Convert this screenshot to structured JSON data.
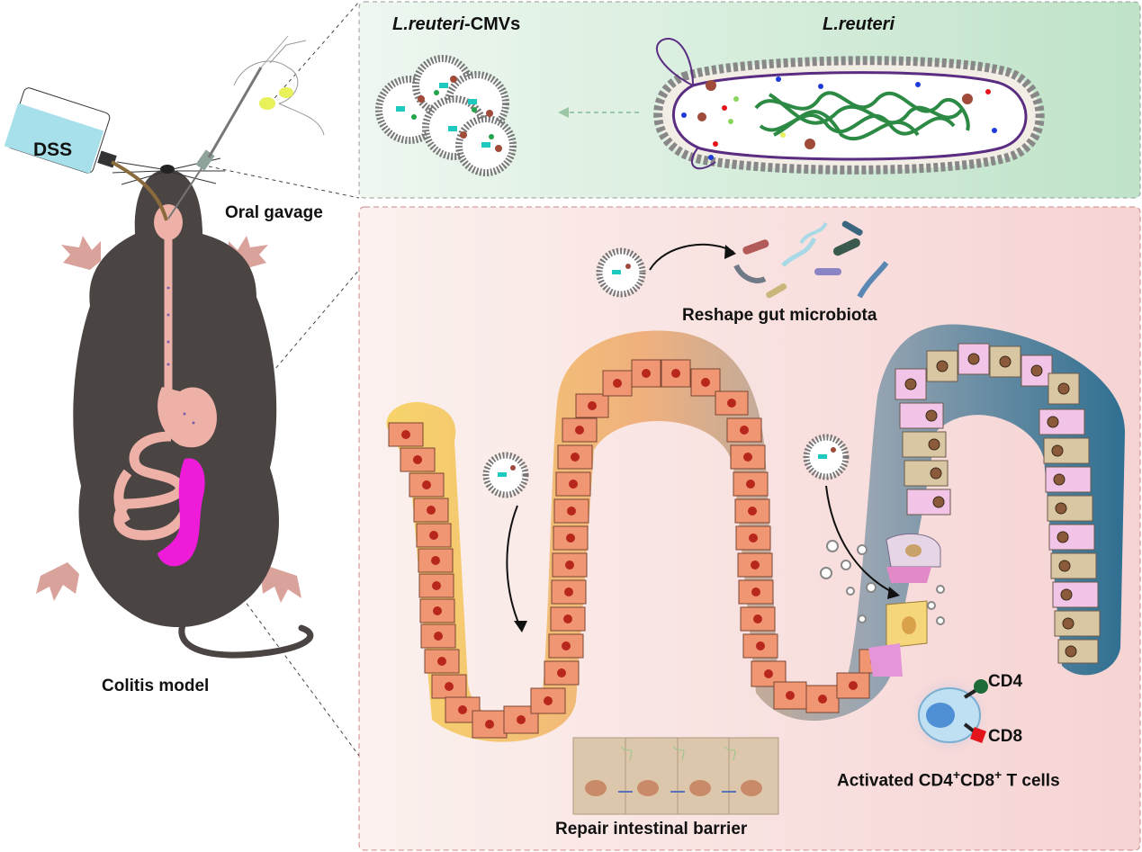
{
  "mouse_panel": {
    "dss_label": "DSS",
    "oral_gavage_label": "Oral gavage",
    "colitis_label": "Colitis model"
  },
  "bacteria_panel": {
    "cmvs_title_italic": "L.reuteri",
    "cmvs_title_rest": "-CMVs",
    "bacterium_title": "L.reuteri"
  },
  "gut_panel": {
    "microbiota_label": "Reshape gut microbiota",
    "barrier_label": "Repair intestinal barrier",
    "cd4_label": "CD4",
    "cd8_label": "CD8",
    "tcells_label_a": "Activated CD4",
    "tcells_sup": "+",
    "tcells_label_b": "CD8",
    "tcells_label_c": "T cells"
  },
  "colors": {
    "mouse_body": "#4a4443",
    "mouse_pink": "#d9a29a",
    "colon_inflamed": "#ee1bd8",
    "top_panel_bg": "#e2f2e6",
    "bottom_panel_bg": "#f8dede",
    "epithelial_cell": "#f19673",
    "nucleus": "#b8271c",
    "dna_green": "#2d8a45",
    "membrane_purple": "#5a2d82",
    "cd4_marker": "#1f6b3a",
    "cd8_marker": "#e3151b"
  }
}
